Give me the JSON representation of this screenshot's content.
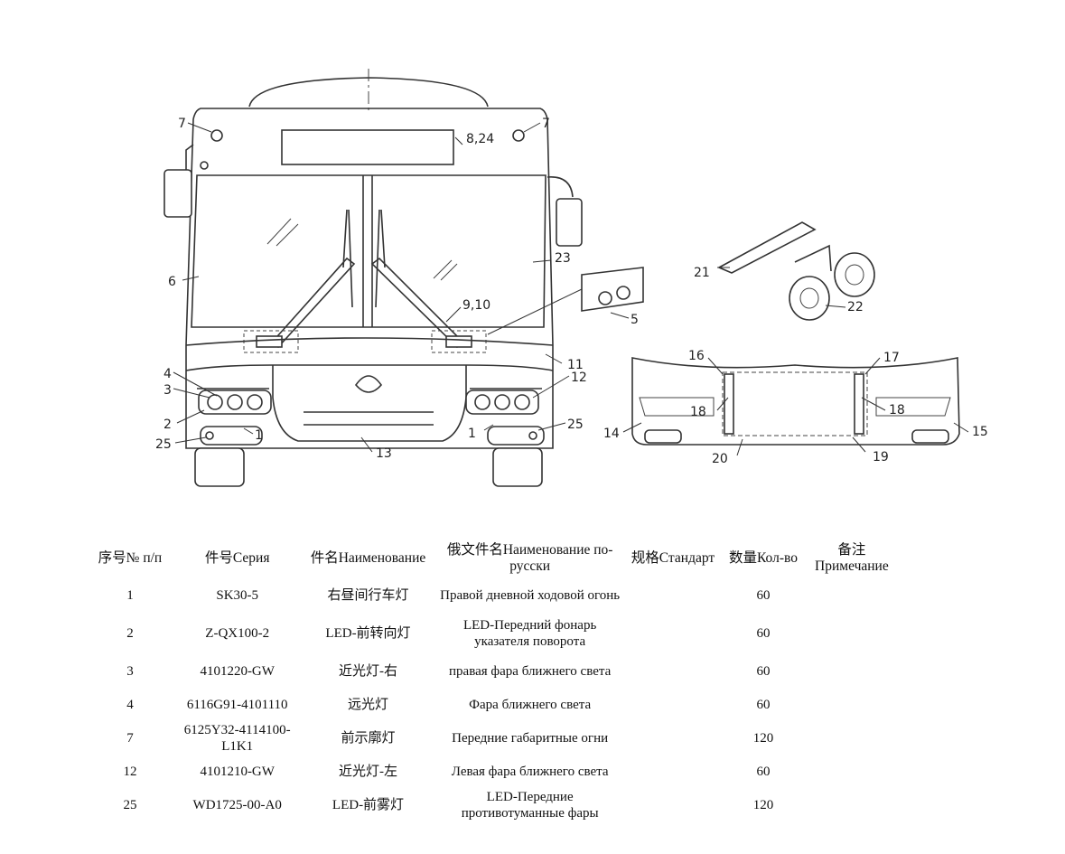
{
  "callouts": {
    "c7l": "7",
    "c7r": "7",
    "c824": "8,24",
    "c6": "6",
    "c23": "23",
    "c910": "9,10",
    "c5": "5",
    "c4": "4",
    "c3": "3",
    "c2": "2",
    "c25l": "25",
    "c1l": "1",
    "c13": "13",
    "c1r": "1",
    "c25r": "25",
    "c11": "11",
    "c12": "12",
    "c21": "21",
    "c22": "22",
    "c16": "16",
    "c17": "17",
    "c18l": "18",
    "c18r": "18",
    "c14": "14",
    "c15": "15",
    "c20": "20",
    "c19": "19"
  },
  "table": {
    "headers": {
      "no": "序号№ п/п",
      "part": "件号Серия",
      "name": "件名Наименование",
      "ru_name": "俄文件名Наименование по-русски",
      "standard": "规格Стандарт",
      "qty": "数量Кол-во",
      "note": "备注Примечание"
    },
    "rows": [
      {
        "no": "1",
        "part": "SK30-5",
        "name": "右昼间行车灯",
        "ru_name": "Правой дневной ходовой огонь",
        "standard": "",
        "qty": "60",
        "note": ""
      },
      {
        "no": "2",
        "part": "Z-QX100-2",
        "name": "LED-前转向灯",
        "ru_name": "LED-Передний фонарь указателя поворота",
        "standard": "",
        "qty": "60",
        "note": ""
      },
      {
        "no": "3",
        "part": "4101220-GW",
        "name": "近光灯-右",
        "ru_name": "правая фара ближнего света",
        "standard": "",
        "qty": "60",
        "note": ""
      },
      {
        "no": "4",
        "part": "6116G91-4101110",
        "name": "远光灯",
        "ru_name": "Фара ближнего света",
        "standard": "",
        "qty": "60",
        "note": ""
      },
      {
        "no": "7",
        "part": "6125Y32-4114100-L1K1",
        "name": "前示廓灯",
        "ru_name": "Передние габаритные огни",
        "standard": "",
        "qty": "120",
        "note": ""
      },
      {
        "no": "12",
        "part": "4101210-GW",
        "name": "近光灯-左",
        "ru_name": "Левая фара ближнего света",
        "standard": "",
        "qty": "60",
        "note": ""
      },
      {
        "no": "25",
        "part": "WD1725-00-A0",
        "name": "LED-前雾灯",
        "ru_name": "LED-Передние противотуманные фары",
        "standard": "",
        "qty": "120",
        "note": ""
      }
    ]
  }
}
